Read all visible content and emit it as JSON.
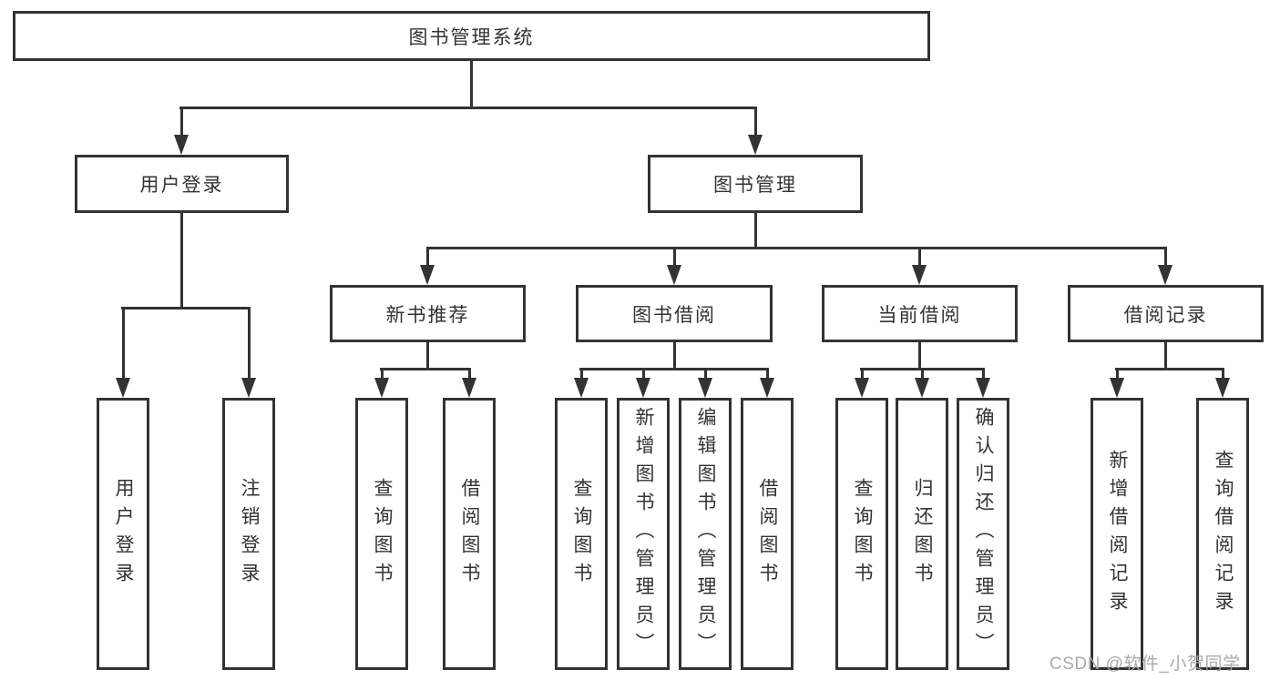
{
  "diagram": {
    "root": {
      "label": "图书管理系统"
    },
    "branches": {
      "user_login": {
        "label": "用户登录",
        "children": {
          "login": {
            "label": "用户登录"
          },
          "logout": {
            "label": "注销登录"
          }
        }
      },
      "book_mgmt": {
        "label": "图书管理",
        "children": {
          "new_books": {
            "label": "新书推荐",
            "children": {
              "query": {
                "label": "查询图书"
              },
              "borrow": {
                "label": "借阅图书"
              }
            }
          },
          "book_borrow": {
            "label": "图书借阅",
            "children": {
              "query": {
                "label": "查询图书"
              },
              "add": {
                "label": "新增图书（管理员）"
              },
              "edit": {
                "label": "编辑图书（管理员）"
              },
              "borrow": {
                "label": "借阅图书"
              }
            }
          },
          "current_borrow": {
            "label": "当前借阅",
            "children": {
              "query": {
                "label": "查询图书"
              },
              "return": {
                "label": "归还图书"
              },
              "confirm": {
                "label": "确认归还（管理员）"
              }
            }
          },
          "borrow_records": {
            "label": "借阅记录",
            "children": {
              "add": {
                "label": "新增借阅记录"
              },
              "query": {
                "label": "查询借阅记录"
              }
            }
          }
        }
      }
    }
  },
  "watermark": "CSDN @软件_小贺同学",
  "colors": {
    "line": "#333333",
    "text": "#333333",
    "node_background": "#ffffff",
    "watermark": "#a5a5a5",
    "background": "#ffffff"
  }
}
